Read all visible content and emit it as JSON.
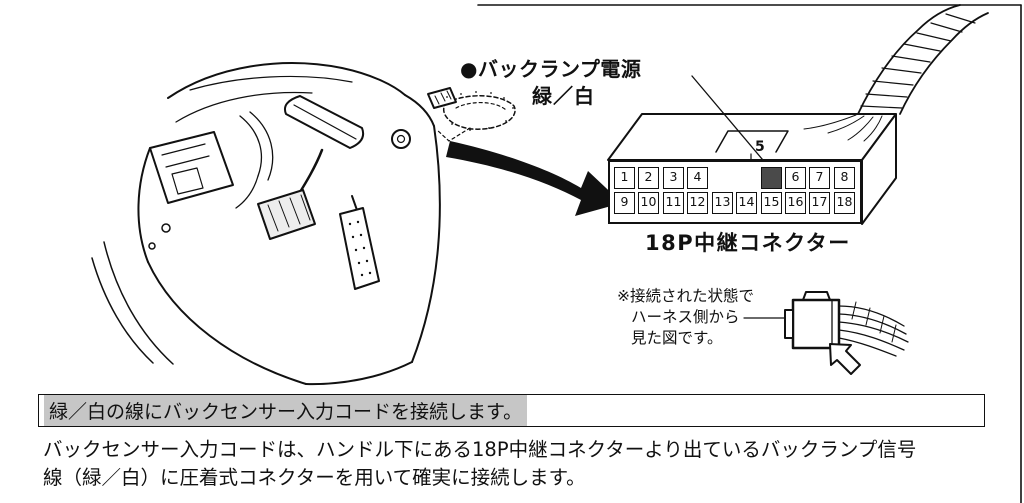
{
  "callout": {
    "title": "●バックランプ電源",
    "wire_color": "緑／白"
  },
  "connector": {
    "title": "18P中継コネクター",
    "top_row_pins": [
      "1",
      "2",
      "3",
      "4"
    ],
    "top_row_pins_right": [
      "6",
      "7",
      "8"
    ],
    "shaded_pin_label": "5",
    "bottom_row_pins": [
      "9",
      "10",
      "11",
      "12",
      "13",
      "14",
      "15",
      "16",
      "17",
      "18"
    ]
  },
  "note": {
    "line1": "※接続された状態で",
    "line2": "ハーネス側から",
    "line3": "見た図です。"
  },
  "instructions": {
    "highlighted": "緑／白の線にバックセンサー入力コードを接続します。",
    "body_line1": "バックセンサー入力コードは、ハンドル下にある18P中継コネクターより出ているバックランプ信号",
    "body_line2": "線（緑／白）に圧着式コネクターを用いて確実に接続します。"
  },
  "colors": {
    "ink": "#111111",
    "shaded_pin": "#4a4a4a",
    "highlight_bg": "#c6c6c6"
  }
}
